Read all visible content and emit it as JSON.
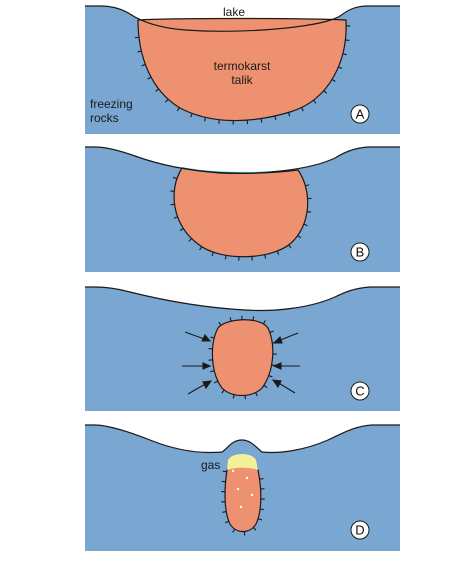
{
  "labels": {
    "lake": "lake",
    "talik_line1": "termokarst",
    "talik_line2": "talik",
    "rocks_line1": "freezing",
    "rocks_line2": "rocks",
    "gas": "gas"
  },
  "panels": [
    {
      "letter": "A"
    },
    {
      "letter": "B"
    },
    {
      "letter": "C"
    },
    {
      "letter": "D"
    }
  ],
  "colors": {
    "rock": "#7aa6d2",
    "talik": "#ee9170",
    "lake": "#4fd6e8",
    "gas": "#f2f099",
    "outline": "#1a1a1a",
    "bubble": "#ffffff"
  }
}
